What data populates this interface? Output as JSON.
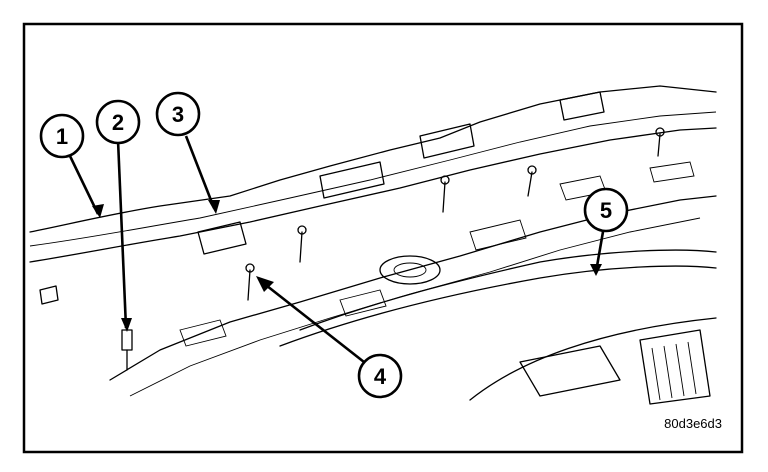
{
  "figure": {
    "id_code": "80d3e6d3"
  },
  "callouts": [
    {
      "number": "1"
    },
    {
      "number": "2"
    },
    {
      "number": "3"
    },
    {
      "number": "4"
    },
    {
      "number": "5"
    }
  ],
  "colors": {
    "line": "#000000",
    "background": "#ffffff"
  }
}
